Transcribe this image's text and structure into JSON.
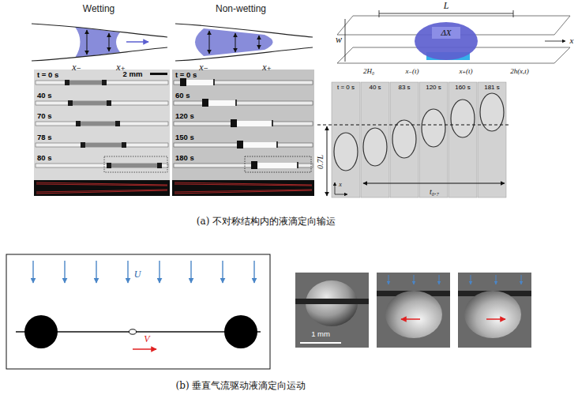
{
  "diagram": {
    "labels": [
      "Wetting",
      "Non-wetting",
      "x₋",
      "x₊",
      "x₋",
      "x₊",
      "t = 0 s",
      "2 mm",
      "40 s",
      "70 s",
      "78 s",
      "80 s",
      "t = 0 s",
      "60 s",
      "120 s",
      "150 s",
      "180 s",
      "L",
      "w",
      "ΔX",
      "x",
      "2H₀",
      "x₋(t)",
      "x₊(t)",
      "2h(x,t)",
      "t = 0 s",
      "40 s",
      "83 s",
      "120 s",
      "160 s",
      "181 s",
      "0.7L",
      "t₀.₇",
      "x",
      "(a) 不对称结构内的液滴定向输运",
      "U",
      "V",
      "1 mm",
      "(b) 垂直气流驱动液滴定向运动"
    ]
  }
}
